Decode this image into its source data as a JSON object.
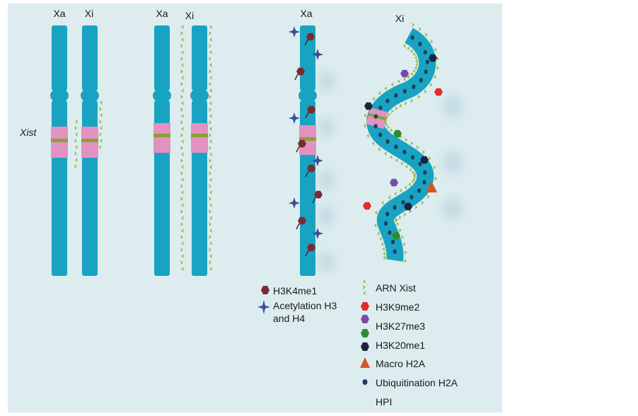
{
  "colors": {
    "panel": "#dcecef",
    "chromosome": "#19a3c2",
    "xist_band": "#e292c0",
    "xist_stripe": "#8aa034",
    "rna_leaf": "#8fba3c",
    "h3k4me1": "#7a2a30",
    "acetylation": "#3b4e9a",
    "h3k9me2": "#e12b27",
    "h3k27me3": "#7a4aa8",
    "h3k27me3_green": "#2f8a33",
    "h3k20me1": "#1c2340",
    "macro_h2a": "#d2562a",
    "ubiquitination": "#1c3f5a"
  },
  "labels": {
    "xa1": "Xa",
    "xi1": "Xi",
    "xa2": "Xa",
    "xi2": "Xi",
    "xa3": "Xa",
    "xi3": "Xi",
    "xist_gene": "Xist"
  },
  "legend_left": {
    "h3k4me1": "H3K4me1",
    "acetylation_line1": "Acetylation H3",
    "acetylation_line2": "and H4"
  },
  "legend_right": {
    "arn_xist": "ARN Xist",
    "h3k9me2": "H3K9me2",
    "h3k27me3": "H3K27me3",
    "h3k20me1": "H3K20me1",
    "macro_h2a": "Macro H2A",
    "ubiquitination": "Ubiquitination H2A",
    "hpi": "HPI"
  }
}
